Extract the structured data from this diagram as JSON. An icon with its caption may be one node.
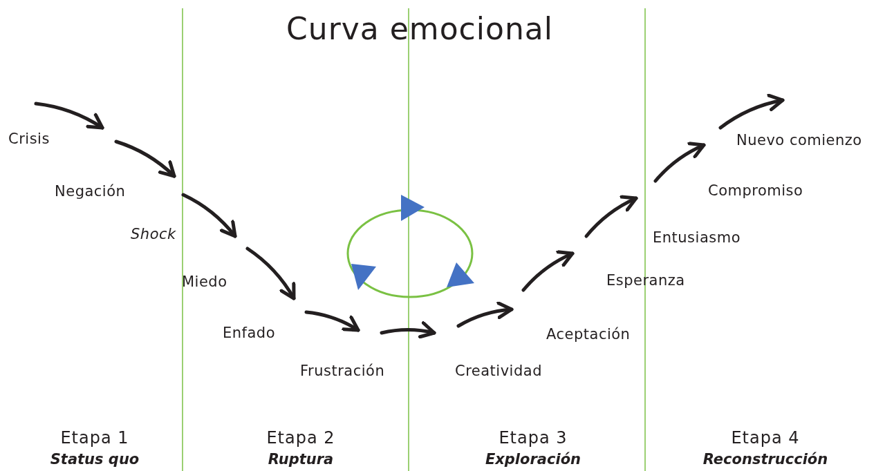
{
  "diagram": {
    "title": "Curva emocional",
    "labels": [
      "Crisis",
      "Negación",
      "Shock",
      "Miedo",
      "Enfado",
      "Frustración",
      "Creatividad",
      "Aceptación",
      "Esperanza",
      "Entusiasmo",
      "Compromiso",
      "Nuevo comienzo",
      "Etapa 1",
      "Status quo",
      "Etapa 2",
      "Ruptura",
      "Etapa 3",
      "Exploración",
      "Etapa 4",
      "Reconstrucción"
    ]
  }
}
